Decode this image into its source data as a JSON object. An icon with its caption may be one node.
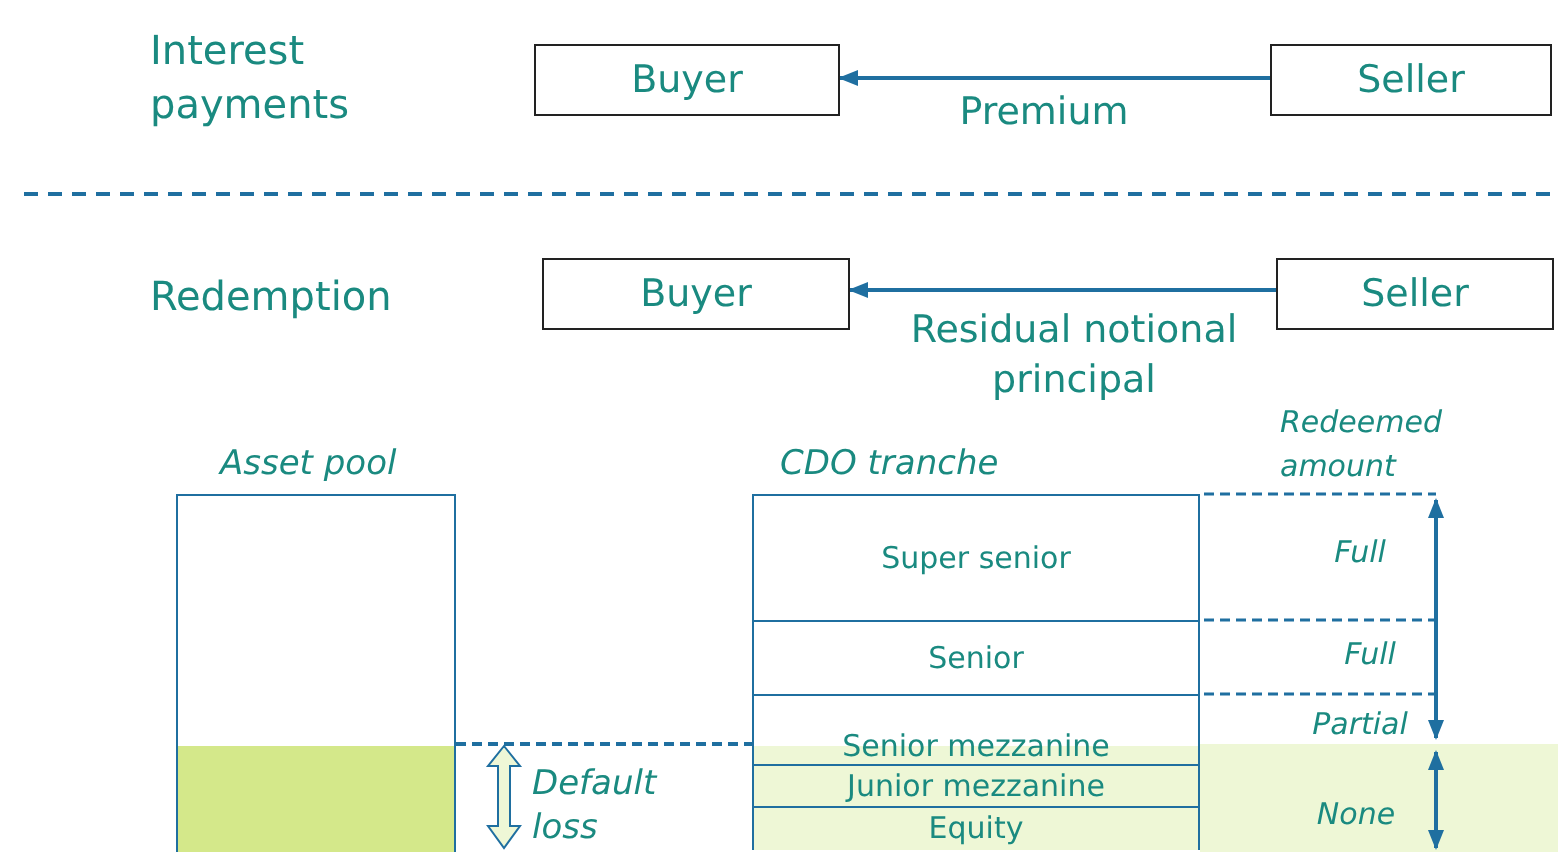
{
  "diagram": {
    "nodes": [
      {
        "text": [
          "Buyer"
        ]
      },
      {
        "text": [
          "Seller"
        ]
      },
      {
        "text": [
          "Buyer"
        ]
      },
      {
        "text": [
          "Seller"
        ]
      },
      {
        "text": [
          "Asset pool"
        ]
      },
      {
        "text": [
          "CDO tranche"
        ]
      },
      {
        "text": [
          "Super senior"
        ],
        "in": 5
      },
      {
        "text": [
          "Senior"
        ],
        "in": 5
      },
      {
        "text": [
          "Senior mezzanine"
        ],
        "in": 5
      },
      {
        "text": [
          "Junior mezzanine"
        ],
        "in": 5
      },
      {
        "text": [
          "Equity"
        ],
        "in": 5
      }
    ],
    "edges": [
      {
        "from": 1,
        "to": 0,
        "arrow": "to",
        "label": "Premium"
      },
      {
        "from": 3,
        "to": 2,
        "arrow": "to",
        "label": "Residual notional principal"
      }
    ],
    "labels": [
      "Interest payments",
      "Redemption",
      "Redeemed amount",
      "Full",
      "Full",
      "Partial",
      "Default loss",
      "None"
    ]
  }
}
